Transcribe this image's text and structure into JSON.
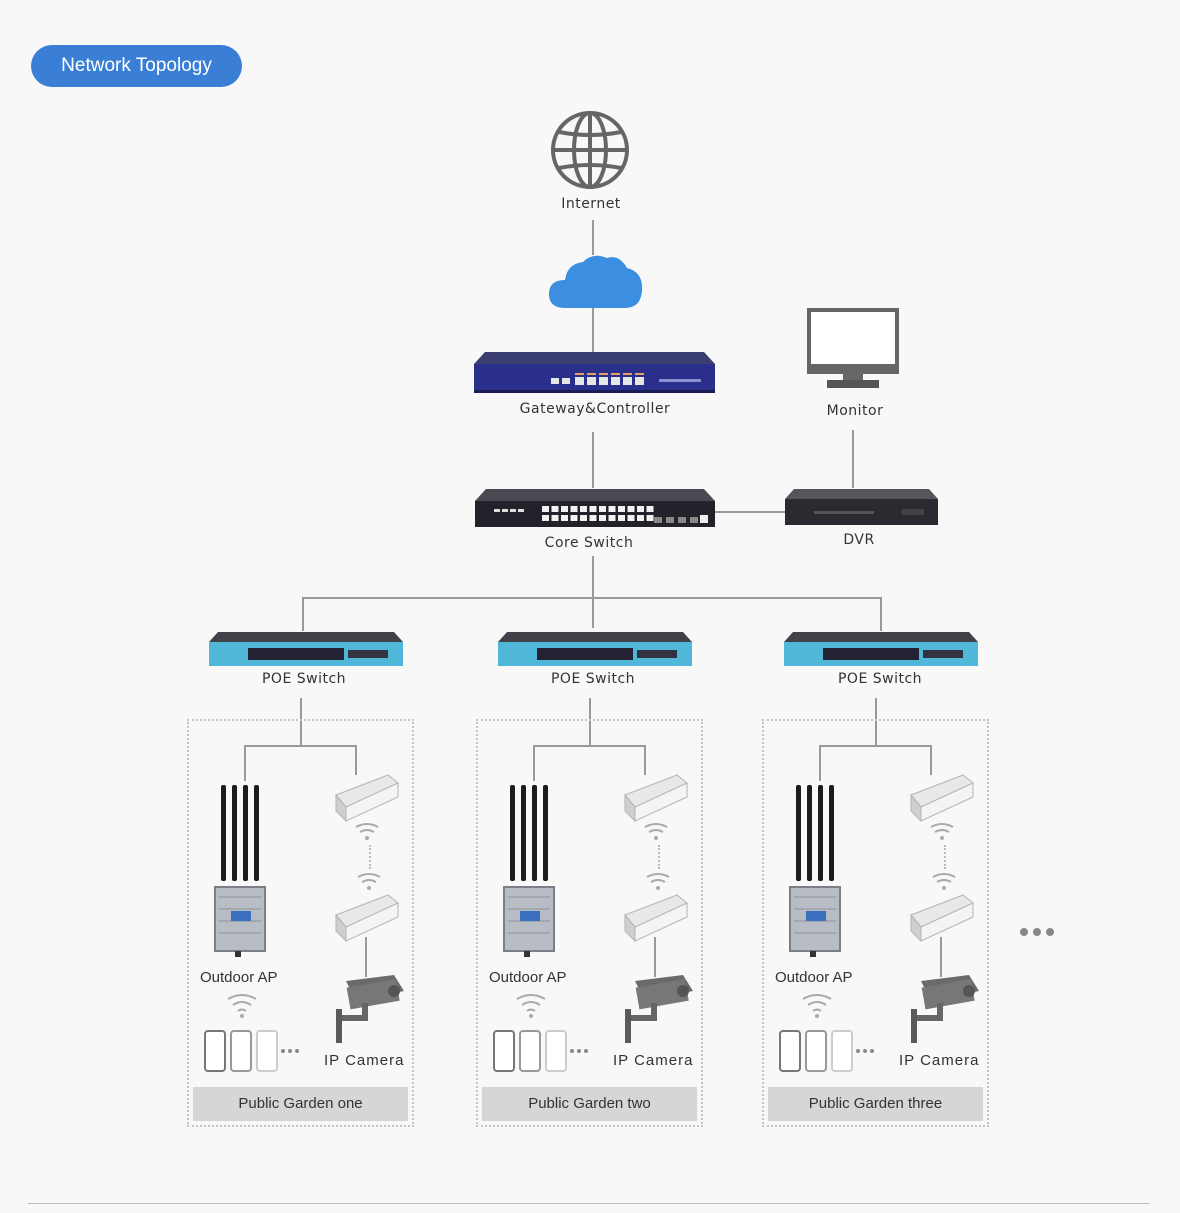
{
  "header": {
    "title": "Network Topology"
  },
  "nodes": {
    "internet": "Internet",
    "gateway": "Gateway&Controller",
    "monitor": "Monitor",
    "core_switch": "Core Switch",
    "dvr": "DVR",
    "poe_switch": "POE Switch"
  },
  "gardens": [
    {
      "name": "Public Garden one",
      "ap_label": "Outdoor AP",
      "camera_label": "IP Camera"
    },
    {
      "name": "Public Garden two",
      "ap_label": "Outdoor AP",
      "camera_label": "IP Camera"
    },
    {
      "name": "Public Garden three",
      "ap_label": "Outdoor AP",
      "camera_label": "IP Camera"
    }
  ],
  "colors": {
    "accent": "#3a7fd5",
    "cloud": "#3c8ee0",
    "gateway_blue": "#2b2f8c",
    "poe_cyan": "#4fb8d8"
  },
  "icons": [
    "globe-icon",
    "cloud-icon",
    "monitor-icon",
    "more-dots-icon"
  ]
}
